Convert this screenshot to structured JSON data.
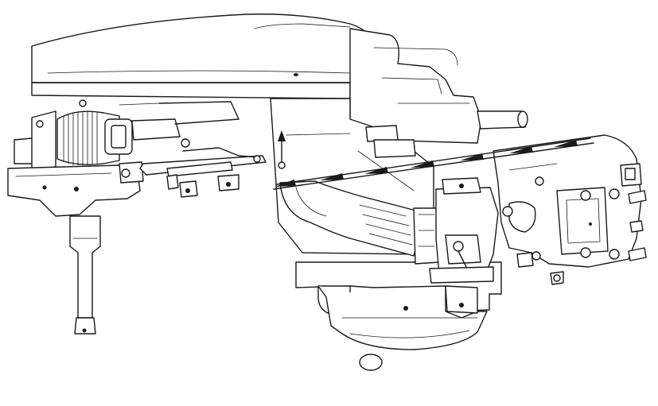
{
  "diagram": {
    "kind": "technical line drawing",
    "subject_icon": "engine-assembly-icon",
    "colors": {
      "line": "#1a1a1a",
      "background": "#ffffff",
      "shade": "#d8d8d8"
    },
    "flow_arrows": {
      "count": 7,
      "direction": "right-to-left"
    },
    "pointer_arrow": {
      "direction": "up"
    }
  }
}
